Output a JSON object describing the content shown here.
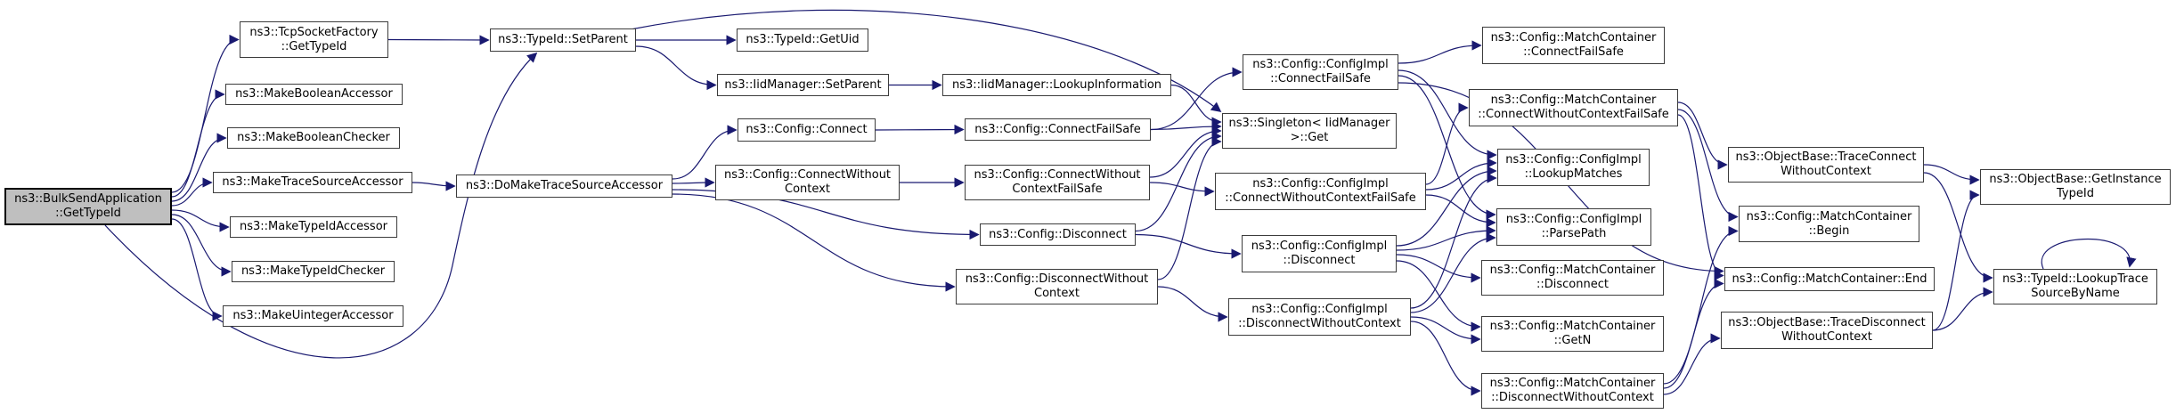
{
  "diagram": {
    "kind": "doxygen-call-graph",
    "root_function": "ns3::BulkSendApplication::GetTypeId",
    "colors": {
      "background": "#ffffff",
      "edge": "#191970",
      "node_border": "#3c3c3c",
      "node_fill": "#ffffff",
      "highlight_fill": "#bfbfbf",
      "text": "#000000"
    },
    "nodes": [
      {
        "id": "bulk-send-application-get-type-id",
        "lines": [
          "ns3::BulkSendApplication",
          "::GetTypeId"
        ],
        "highlighted": true
      },
      {
        "id": "tcp-socket-factory-get-type-id",
        "lines": [
          "ns3::TcpSocketFactory",
          "::GetTypeId"
        ]
      },
      {
        "id": "make-boolean-accessor",
        "lines": [
          "ns3::MakeBooleanAccessor"
        ]
      },
      {
        "id": "make-boolean-checker",
        "lines": [
          "ns3::MakeBooleanChecker"
        ]
      },
      {
        "id": "make-trace-source-accessor",
        "lines": [
          "ns3::MakeTraceSourceAccessor"
        ]
      },
      {
        "id": "make-type-id-accessor",
        "lines": [
          "ns3::MakeTypeIdAccessor"
        ]
      },
      {
        "id": "make-type-id-checker",
        "lines": [
          "ns3::MakeTypeIdChecker"
        ]
      },
      {
        "id": "make-uinteger-accessor",
        "lines": [
          "ns3::MakeUintegerAccessor"
        ]
      },
      {
        "id": "type-id-set-parent",
        "lines": [
          "ns3::TypeId::SetParent"
        ]
      },
      {
        "id": "do-make-trace-source-accessor",
        "lines": [
          "ns3::DoMakeTraceSourceAccessor"
        ]
      },
      {
        "id": "type-id-get-uid",
        "lines": [
          "ns3::TypeId::GetUid"
        ]
      },
      {
        "id": "iid-manager-set-parent",
        "lines": [
          "ns3::IidManager::SetParent"
        ]
      },
      {
        "id": "iid-manager-lookup-information",
        "lines": [
          "ns3::IidManager::LookupInformation"
        ]
      },
      {
        "id": "config-connect",
        "lines": [
          "ns3::Config::Connect"
        ]
      },
      {
        "id": "config-connect-fail-safe",
        "lines": [
          "ns3::Config::ConnectFailSafe"
        ]
      },
      {
        "id": "config-connect-without-context",
        "lines": [
          "ns3::Config::ConnectWithout",
          "Context"
        ]
      },
      {
        "id": "config-connect-without-context-fail-safe",
        "lines": [
          "ns3::Config::ConnectWithout",
          "ContextFailSafe"
        ]
      },
      {
        "id": "config-disconnect",
        "lines": [
          "ns3::Config::Disconnect"
        ]
      },
      {
        "id": "config-disconnect-without-context",
        "lines": [
          "ns3::Config::DisconnectWithout",
          "Context"
        ]
      },
      {
        "id": "config-impl-connect-fail-safe",
        "lines": [
          "ns3::Config::ConfigImpl",
          "::ConnectFailSafe"
        ]
      },
      {
        "id": "singleton-iid-manager-get",
        "lines": [
          "ns3::Singleton< IidManager",
          ">::Get"
        ]
      },
      {
        "id": "config-impl-connect-without-context-fail-safe",
        "lines": [
          "ns3::Config::ConfigImpl",
          "::ConnectWithoutContextFailSafe"
        ]
      },
      {
        "id": "config-impl-disconnect",
        "lines": [
          "ns3::Config::ConfigImpl",
          "::Disconnect"
        ]
      },
      {
        "id": "config-impl-disconnect-without-context",
        "lines": [
          "ns3::Config::ConfigImpl",
          "::DisconnectWithoutContext"
        ]
      },
      {
        "id": "match-container-connect-fail-safe",
        "lines": [
          "ns3::Config::MatchContainer",
          "::ConnectFailSafe"
        ]
      },
      {
        "id": "match-container-connect-without-context-fail-safe",
        "lines": [
          "ns3::Config::MatchContainer",
          "::ConnectWithoutContextFailSafe"
        ]
      },
      {
        "id": "config-impl-lookup-matches",
        "lines": [
          "ns3::Config::ConfigImpl",
          "::LookupMatches"
        ]
      },
      {
        "id": "config-impl-parse-path",
        "lines": [
          "ns3::Config::ConfigImpl",
          "::ParsePath"
        ]
      },
      {
        "id": "match-container-disconnect",
        "lines": [
          "ns3::Config::MatchContainer",
          "::Disconnect"
        ]
      },
      {
        "id": "match-container-get-n",
        "lines": [
          "ns3::Config::MatchContainer",
          "::GetN"
        ]
      },
      {
        "id": "match-container-disconnect-without-context",
        "lines": [
          "ns3::Config::MatchContainer",
          "::DisconnectWithoutContext"
        ]
      },
      {
        "id": "object-base-trace-connect-without-context",
        "lines": [
          "ns3::ObjectBase::TraceConnect",
          "WithoutContext"
        ]
      },
      {
        "id": "match-container-begin",
        "lines": [
          "ns3::Config::MatchContainer",
          "::Begin"
        ]
      },
      {
        "id": "match-container-end",
        "lines": [
          "ns3::Config::MatchContainer::End"
        ]
      },
      {
        "id": "object-base-trace-disconnect-without-context",
        "lines": [
          "ns3::ObjectBase::TraceDisconnect",
          "WithoutContext"
        ]
      },
      {
        "id": "object-base-get-instance-type-id",
        "lines": [
          "ns3::ObjectBase::GetInstance",
          "TypeId"
        ]
      },
      {
        "id": "type-id-lookup-trace-source-by-name",
        "lines": [
          "ns3::TypeId::LookupTrace",
          "SourceByName"
        ]
      }
    ],
    "edges": [
      {
        "from": "bulk-send-application-get-type-id",
        "to": "tcp-socket-factory-get-type-id"
      },
      {
        "from": "bulk-send-application-get-type-id",
        "to": "make-boolean-accessor"
      },
      {
        "from": "bulk-send-application-get-type-id",
        "to": "make-boolean-checker"
      },
      {
        "from": "bulk-send-application-get-type-id",
        "to": "make-trace-source-accessor"
      },
      {
        "from": "bulk-send-application-get-type-id",
        "to": "make-type-id-accessor"
      },
      {
        "from": "bulk-send-application-get-type-id",
        "to": "make-type-id-checker"
      },
      {
        "from": "bulk-send-application-get-type-id",
        "to": "make-uinteger-accessor"
      },
      {
        "from": "bulk-send-application-get-type-id",
        "to": "type-id-set-parent"
      },
      {
        "from": "tcp-socket-factory-get-type-id",
        "to": "type-id-set-parent"
      },
      {
        "from": "type-id-set-parent",
        "to": "type-id-get-uid"
      },
      {
        "from": "type-id-set-parent",
        "to": "iid-manager-set-parent"
      },
      {
        "from": "type-id-set-parent",
        "to": "singleton-iid-manager-get"
      },
      {
        "from": "iid-manager-set-parent",
        "to": "iid-manager-lookup-information"
      },
      {
        "from": "iid-manager-lookup-information",
        "to": "singleton-iid-manager-get"
      },
      {
        "from": "make-trace-source-accessor",
        "to": "do-make-trace-source-accessor"
      },
      {
        "from": "do-make-trace-source-accessor",
        "to": "config-connect"
      },
      {
        "from": "do-make-trace-source-accessor",
        "to": "config-connect-without-context"
      },
      {
        "from": "do-make-trace-source-accessor",
        "to": "config-disconnect"
      },
      {
        "from": "do-make-trace-source-accessor",
        "to": "config-disconnect-without-context"
      },
      {
        "from": "config-connect",
        "to": "config-connect-fail-safe"
      },
      {
        "from": "config-connect-fail-safe",
        "to": "config-impl-connect-fail-safe"
      },
      {
        "from": "config-connect-fail-safe",
        "to": "singleton-iid-manager-get"
      },
      {
        "from": "config-connect-without-context",
        "to": "config-connect-without-context-fail-safe"
      },
      {
        "from": "config-connect-without-context-fail-safe",
        "to": "config-impl-connect-without-context-fail-safe"
      },
      {
        "from": "config-connect-without-context-fail-safe",
        "to": "singleton-iid-manager-get"
      },
      {
        "from": "config-disconnect",
        "to": "config-impl-disconnect"
      },
      {
        "from": "config-disconnect",
        "to": "singleton-iid-manager-get"
      },
      {
        "from": "config-disconnect-without-context",
        "to": "config-impl-disconnect-without-context"
      },
      {
        "from": "config-disconnect-without-context",
        "to": "singleton-iid-manager-get"
      },
      {
        "from": "config-impl-connect-fail-safe",
        "to": "match-container-connect-fail-safe"
      },
      {
        "from": "config-impl-connect-fail-safe",
        "to": "config-impl-lookup-matches"
      },
      {
        "from": "config-impl-connect-fail-safe",
        "to": "config-impl-parse-path"
      },
      {
        "from": "config-impl-connect-fail-safe",
        "to": "match-container-end"
      },
      {
        "from": "config-impl-connect-without-context-fail-safe",
        "to": "match-container-connect-without-context-fail-safe"
      },
      {
        "from": "config-impl-connect-without-context-fail-safe",
        "to": "config-impl-lookup-matches"
      },
      {
        "from": "config-impl-connect-without-context-fail-safe",
        "to": "config-impl-parse-path"
      },
      {
        "from": "config-impl-disconnect",
        "to": "match-container-disconnect"
      },
      {
        "from": "config-impl-disconnect",
        "to": "config-impl-lookup-matches"
      },
      {
        "from": "config-impl-disconnect",
        "to": "config-impl-parse-path"
      },
      {
        "from": "config-impl-disconnect",
        "to": "match-container-get-n"
      },
      {
        "from": "config-impl-disconnect-without-context",
        "to": "match-container-disconnect-without-context"
      },
      {
        "from": "config-impl-disconnect-without-context",
        "to": "config-impl-lookup-matches"
      },
      {
        "from": "config-impl-disconnect-without-context",
        "to": "config-impl-parse-path"
      },
      {
        "from": "config-impl-disconnect-without-context",
        "to": "match-container-get-n"
      },
      {
        "from": "match-container-connect-without-context-fail-safe",
        "to": "object-base-trace-connect-without-context"
      },
      {
        "from": "match-container-connect-without-context-fail-safe",
        "to": "match-container-begin"
      },
      {
        "from": "match-container-connect-without-context-fail-safe",
        "to": "match-container-end"
      },
      {
        "from": "match-container-disconnect-without-context",
        "to": "match-container-begin"
      },
      {
        "from": "match-container-disconnect-without-context",
        "to": "match-container-end"
      },
      {
        "from": "match-container-disconnect-without-context",
        "to": "object-base-trace-disconnect-without-context"
      },
      {
        "from": "object-base-trace-connect-without-context",
        "to": "object-base-get-instance-type-id"
      },
      {
        "from": "object-base-trace-connect-without-context",
        "to": "type-id-lookup-trace-source-by-name"
      },
      {
        "from": "object-base-trace-disconnect-without-context",
        "to": "object-base-get-instance-type-id"
      },
      {
        "from": "object-base-trace-disconnect-without-context",
        "to": "type-id-lookup-trace-source-by-name"
      },
      {
        "from": "type-id-lookup-trace-source-by-name",
        "to": "type-id-lookup-trace-source-by-name"
      }
    ]
  }
}
